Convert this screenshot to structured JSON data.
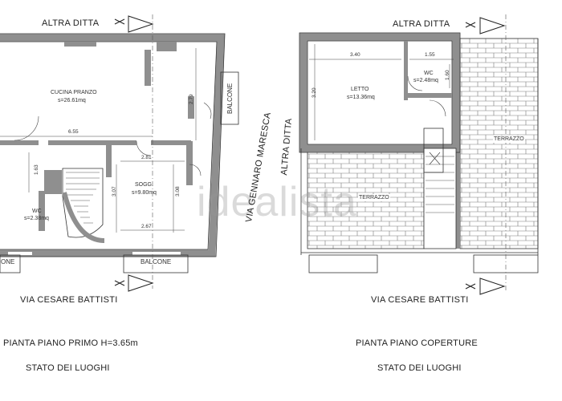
{
  "left_plan": {
    "neighbor_label": "ALTRA DITTA",
    "side_street": "VIA GENNARO MARESCA",
    "street": "VIA CESARE BATTISTI",
    "title": "PIANTA PIANO PRIMO H=3.65m",
    "subtitle": "STATO DEI LUOGHI",
    "rooms": {
      "kitchen_name": "CUCINA PRANZO",
      "kitchen_area": "s=26.61mq",
      "living_name": "SOGG.",
      "living_area": "s=9.80mq",
      "wc_name": "WC",
      "wc_area": "s=2.38mq",
      "balcony_right": "BALCONE",
      "balcony_bottom": "BALCONE",
      "balcony_left_fragment": "ONE"
    },
    "dimensions": {
      "d1": "6.55",
      "d2": "2.81",
      "d3": "2.67",
      "d4": "2.79",
      "d5": "3.07",
      "d6": "3.08",
      "d7": "1.63"
    }
  },
  "right_plan": {
    "neighbor_label_top": "ALTRA DITTA",
    "neighbor_label_side": "ALTRA DITTA",
    "street": "VIA CESARE BATTISTI",
    "title": "PIANTA PIANO COPERTURE",
    "subtitle": "STATO DEI LUOGHI",
    "rooms": {
      "bedroom_name": "LETTO",
      "bedroom_area": "s=13.36mq",
      "wc_name": "WC",
      "wc_area": "s=2.48mq",
      "terrace_left": "TERRAZZO",
      "terrace_right": "TERRAZZO"
    },
    "dimensions": {
      "d1": "3.40",
      "d2": "1.55",
      "d3": "3.20",
      "d4": "1.60"
    }
  },
  "watermark": "idealista",
  "colors": {
    "wall": "#8f8f8f",
    "line": "#333333",
    "brick": "#777777"
  }
}
